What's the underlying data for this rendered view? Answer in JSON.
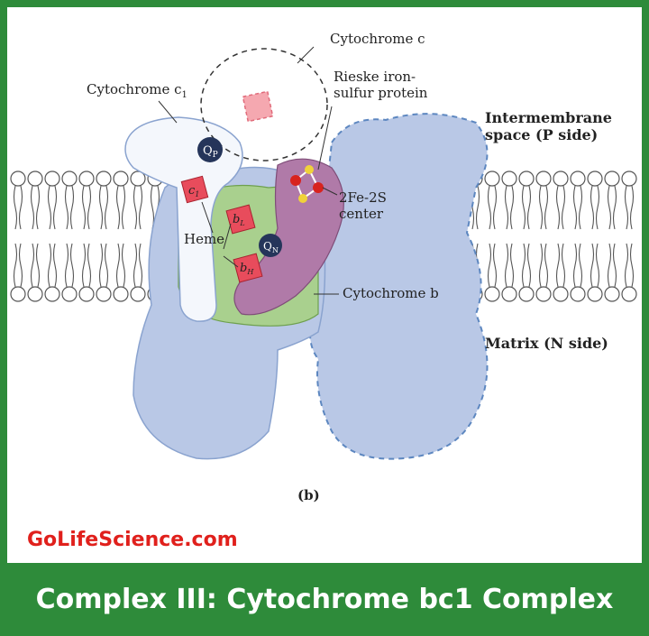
{
  "labels": {
    "cytochrome_c": "Cytochrome c",
    "cytochrome_c1": "Cytochrome c",
    "cytochrome_c1_sub": "1",
    "rieske_line1": "Rieske iron-",
    "rieske_line2": "sulfur protein",
    "intermembrane_line1": "Intermembrane",
    "intermembrane_line2": "space (P side)",
    "fes_line1": "2Fe-2S",
    "fes_line2": "center",
    "heme": "Heme",
    "cytochrome_b": "Cytochrome b",
    "matrix": "Matrix (N side)",
    "panel_letter": "(b)",
    "qp": "Q",
    "qp_sub": "P",
    "qn": "Q",
    "qn_sub": "N",
    "c1_box": "c",
    "c1_box_sub": "1",
    "bl_box": "b",
    "bl_box_sub": "L",
    "bh_box": "b",
    "bh_box_sub": "H"
  },
  "watermark": "GoLifeScience.com",
  "caption": "Complex III: Cytochrome bc1 Complex",
  "colors": {
    "frame_green": "#2e8b3a",
    "protein_blue": "#b9c8e6",
    "cyt_b_green": "#a9d08e",
    "rieske_purple": "#b07aa8",
    "cyt_c1_white": "#f4f7fc",
    "heme_red": "#e84c5c",
    "watermark_red": "#e0201c"
  }
}
